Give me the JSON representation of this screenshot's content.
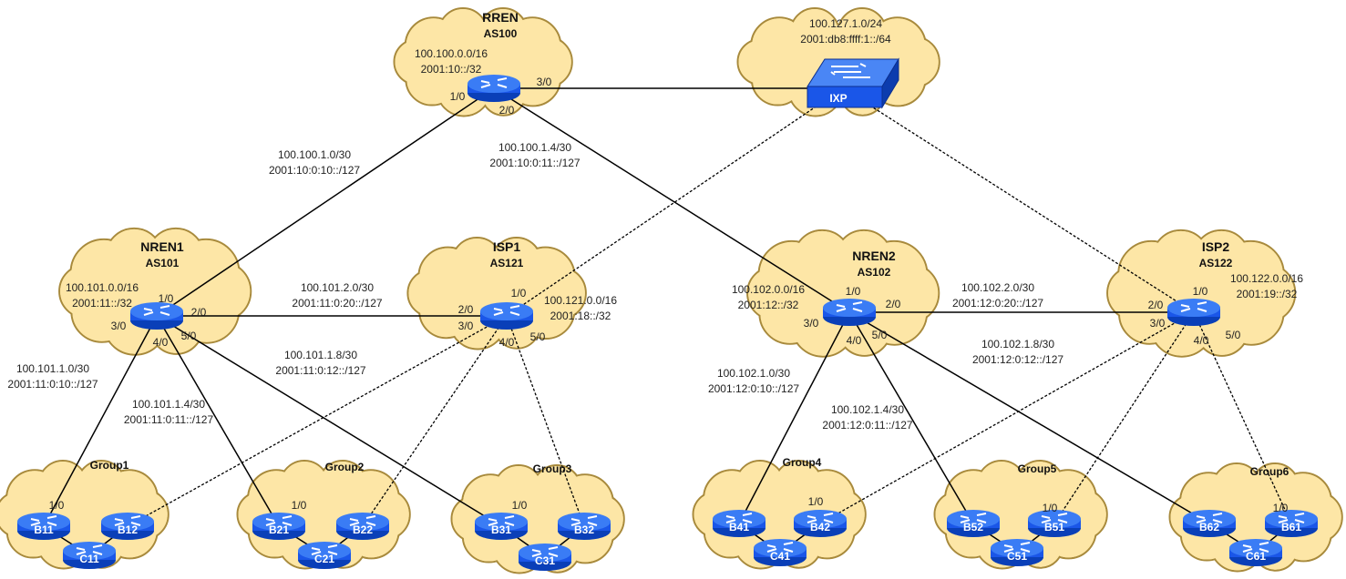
{
  "colors": {
    "cloud_fill": "#fde6a6",
    "cloud_stroke": "#a88a3c",
    "router": "#1a56e8",
    "router_top": "#3a7cf5",
    "link": "#000000"
  },
  "clouds": {
    "rren": {
      "title": "RREN",
      "as": "AS100",
      "ipv4": "100.100.0.0/16",
      "ipv6": "2001:10::/32"
    },
    "ixp": {
      "label": "IXP",
      "ipv4": "100.127.1.0/24",
      "ipv6": "2001:db8:ffff:1::/64"
    },
    "nren1": {
      "title": "NREN1",
      "as": "AS101",
      "ipv4": "100.101.0.0/16",
      "ipv6": "2001:11::/32"
    },
    "isp1": {
      "title": "ISP1",
      "as": "AS121",
      "ipv4": "100.121.0.0/16",
      "ipv6": "2001:18::/32"
    },
    "nren2": {
      "title": "NREN2",
      "as": "AS102",
      "ipv4": "100.102.0.0/16",
      "ipv6": "2001:12::/32"
    },
    "isp2": {
      "title": "ISP2",
      "as": "AS122",
      "ipv4": "100.122.0.0/16",
      "ipv6": "2001:19::/32"
    }
  },
  "groups": [
    "Group1",
    "Group2",
    "Group3",
    "Group4",
    "Group5",
    "Group6"
  ],
  "group_routers": [
    [
      "B11",
      "B12",
      "C11"
    ],
    [
      "B21",
      "B22",
      "C21"
    ],
    [
      "B31",
      "B32",
      "C31"
    ],
    [
      "B41",
      "B42",
      "C41"
    ],
    [
      "B52",
      "B51",
      "C51"
    ],
    [
      "B62",
      "B61",
      "C61"
    ]
  ],
  "group_port_label": "1/0",
  "ports": {
    "rren": [
      "1/0",
      "3/0",
      "2/0"
    ],
    "nren1": [
      "1/0",
      "2/0",
      "3/0",
      "4/0",
      "5/0"
    ],
    "isp1": [
      "1/0",
      "2/0",
      "3/0",
      "4/0",
      "5/0"
    ],
    "nren2": [
      "1/0",
      "2/0",
      "3/0",
      "4/0",
      "5/0"
    ],
    "isp2": [
      "1/0",
      "2/0",
      "3/0",
      "4/0",
      "5/0"
    ]
  },
  "links": [
    {
      "ipv4": "100.100.1.0/30",
      "ipv6": "2001:10:0:10::/127"
    },
    {
      "ipv4": "100.100.1.4/30",
      "ipv6": "2001:10:0:11::/127"
    },
    {
      "ipv4": "100.101.2.0/30",
      "ipv6": "2001:11:0:20::/127"
    },
    {
      "ipv4": "100.101.1.8/30",
      "ipv6": "2001:11:0:12::/127"
    },
    {
      "ipv4": "100.101.1.0/30",
      "ipv6": "2001:11:0:10::/127"
    },
    {
      "ipv4": "100.101.1.4/30",
      "ipv6": "2001:11:0:11::/127"
    },
    {
      "ipv4": "100.102.2.0/30",
      "ipv6": "2001:12:0:20::/127"
    },
    {
      "ipv4": "100.102.1.8/30",
      "ipv6": "2001:12:0:12::/127"
    },
    {
      "ipv4": "100.102.1.0/30",
      "ipv6": "2001:12:0:10::/127"
    },
    {
      "ipv4": "100.102.1.4/30",
      "ipv6": "2001:12:0:11::/127"
    }
  ]
}
